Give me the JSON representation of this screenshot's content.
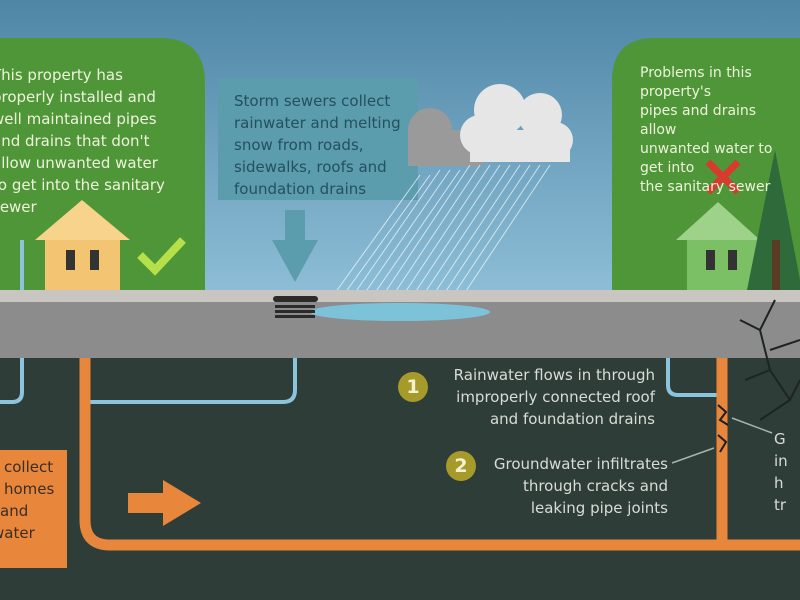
{
  "left_panel": {
    "text_lines": [
      "This property has",
      "properly installed and",
      "well maintained pipes",
      "and drains that don't",
      "allow unwanted water",
      "to get into the sanitary",
      "sewer"
    ]
  },
  "right_panel": {
    "text_lines": [
      "Problems in this property's",
      "pipes and drains allow",
      "unwanted water to get into",
      "the sanitary sewer"
    ]
  },
  "storm_box": {
    "text_lines": [
      "Storm sewers collect",
      "rainwater and melting",
      "snow from roads,",
      "sidewalks, roofs and",
      "foundation drains"
    ]
  },
  "notes": [
    {
      "number": "1",
      "lines": [
        "Rainwater flows in through",
        "improperly connected roof",
        "and foundation drains"
      ]
    },
    {
      "number": "2",
      "lines": [
        "Groundwater infiltrates",
        "through cracks and",
        "leaking pipe joints"
      ]
    }
  ],
  "cut_off_note": {
    "lines": [
      "G",
      "in",
      "h",
      "tr"
    ]
  },
  "orange_box": {
    "lines": [
      "collect",
      "homes",
      "and",
      "water"
    ]
  },
  "colors": {
    "sky": "#6ea4c3",
    "panel_green": "#4e9637",
    "storm_box": "#5b9cad",
    "road": "#8c8c8c",
    "ground": "#2f3d39",
    "sanitary_pipe": "#e8863c",
    "storm_pipe": "#8cc4de",
    "badge": "#a59a2a"
  }
}
